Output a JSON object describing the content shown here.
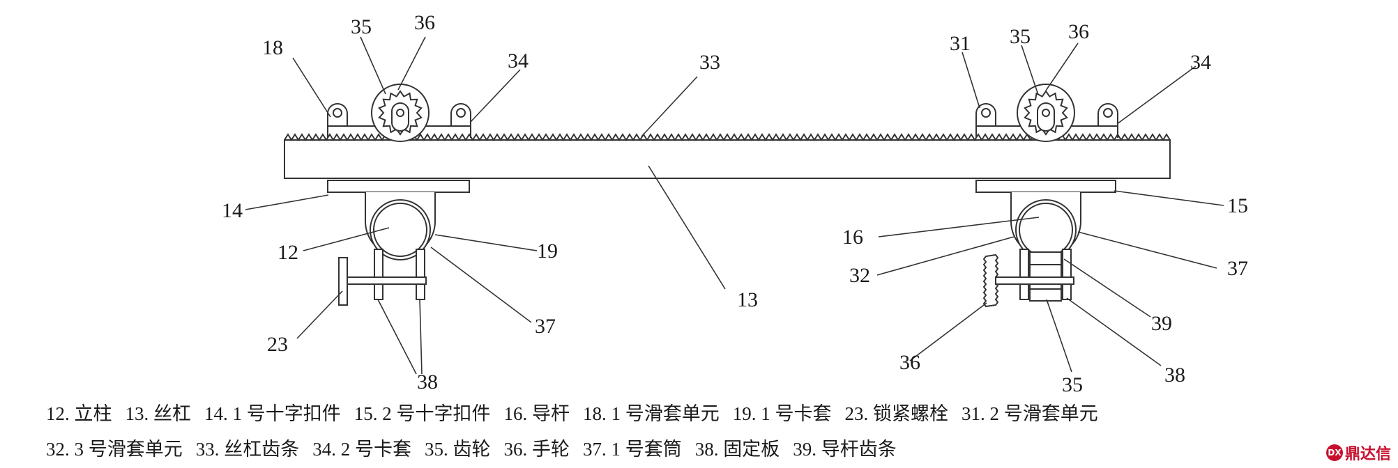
{
  "callouts": {
    "c12": "12",
    "c13": "13",
    "c14": "14",
    "c15": "15",
    "c16": "16",
    "c18": "18",
    "c19": "19",
    "c23": "23",
    "c31": "31",
    "c32": "32",
    "c33": "33",
    "c34a": "34",
    "c34b": "34",
    "c35a": "35",
    "c35b": "35",
    "c35c": "35",
    "c36a": "36",
    "c36b": "36",
    "c36c": "36",
    "c37a": "37",
    "c37b": "37",
    "c38a": "38",
    "c38b": "38",
    "c39": "39"
  },
  "legend": {
    "row1": [
      "12. 立柱",
      "13. 丝杠",
      "14. 1 号十字扣件",
      "15. 2 号十字扣件",
      "16. 导杆",
      "18. 1 号滑套单元",
      "19. 1 号卡套",
      "23. 锁紧螺栓",
      "31. 2 号滑套单元"
    ],
    "row2": [
      "32. 3 号滑套单元",
      "33. 丝杠齿条",
      "34. 2 号卡套",
      "35. 齿轮",
      "36. 手轮",
      "37. 1 号套筒",
      "38. 固定板",
      "39. 导杆齿条"
    ]
  },
  "watermark": {
    "text": "鼎达信",
    "logo": "DX"
  }
}
